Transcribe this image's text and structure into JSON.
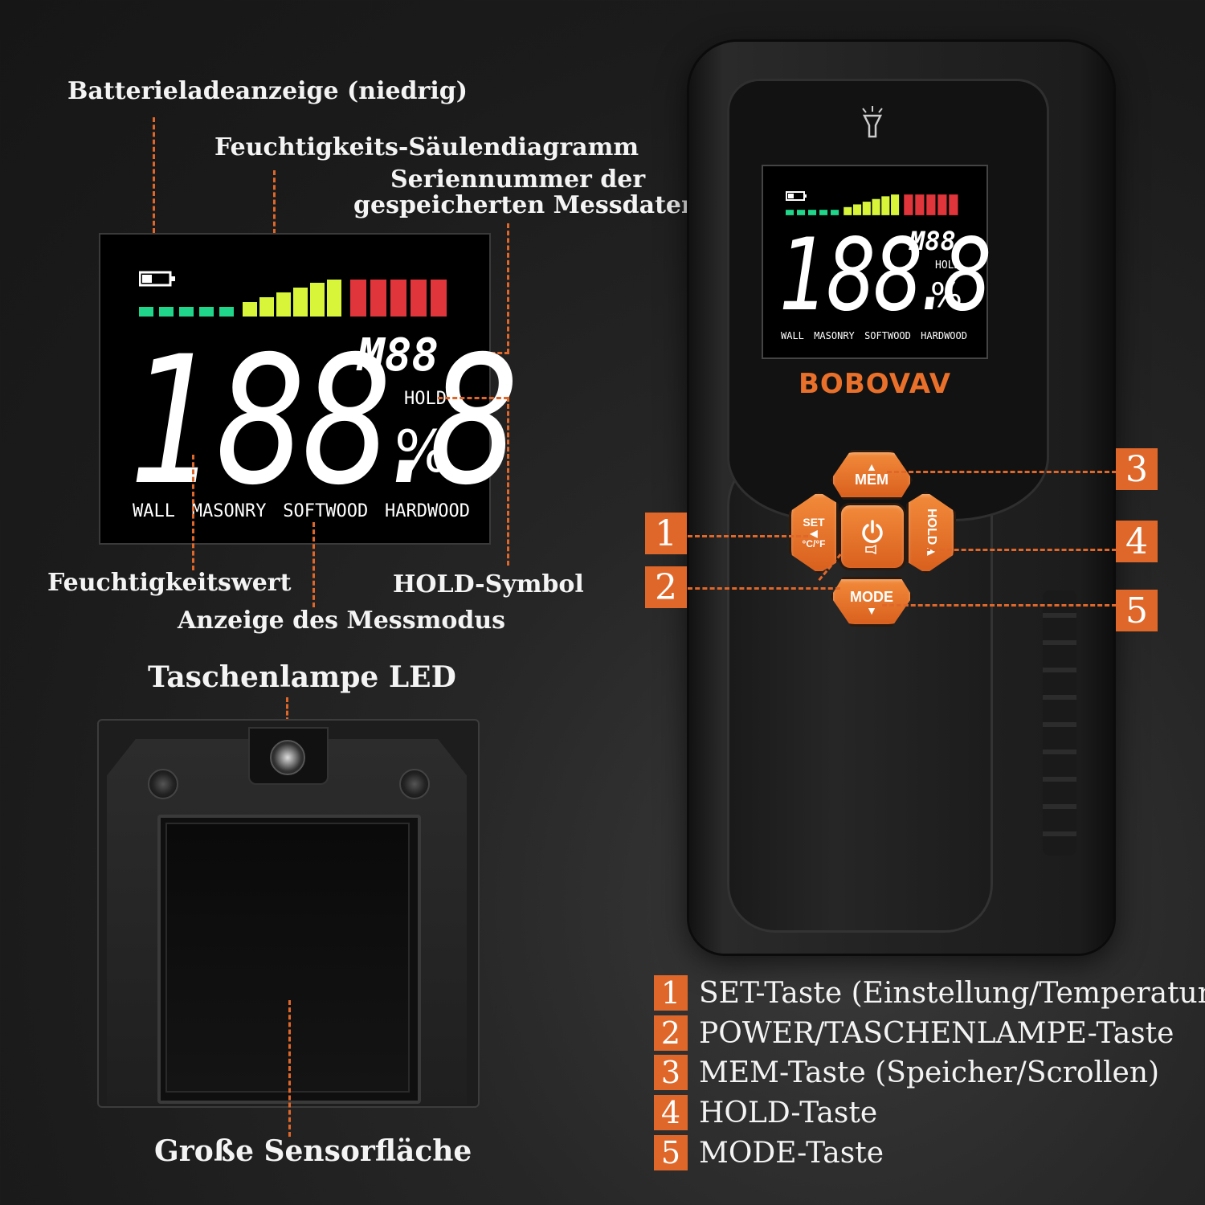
{
  "annotations": {
    "battery": "Batterieladeanzeige (niedrig)",
    "bar_chart": "Feuchtigkeits-Säulendiagramm",
    "serial_line1": "Seriennummer der",
    "serial_line2": "gespeicherten Messdaten",
    "moisture_value": "Feuchtigkeitswert",
    "hold_symbol": "HOLD-Symbol",
    "measure_mode": "Anzeige des Messmodus",
    "flashlight": "Taschenlampe LED",
    "sensor": "Große Sensorfläche"
  },
  "display": {
    "digits": "188.8",
    "percent": "%",
    "memory": "M88",
    "hold": "HOLD",
    "modes": [
      "WALL",
      "MASONRY",
      "SOFTWOOD",
      "HARDWOOD"
    ]
  },
  "device": {
    "brand": "BOBOVAV",
    "buttons": {
      "mem": "MEM",
      "set": "SET",
      "temp": "°C/°F",
      "hold": "HOLD",
      "mode": "MODE"
    }
  },
  "callouts": [
    "1",
    "2",
    "3",
    "4",
    "5"
  ],
  "legend": [
    {
      "num": "1",
      "text": "SET-Taste (Einstellung/Temperatur)"
    },
    {
      "num": "2",
      "text": "POWER/TASCHENLAMPE-Taste"
    },
    {
      "num": "3",
      "text": "MEM-Taste (Speicher/Scrollen)"
    },
    {
      "num": "4",
      "text": "HOLD-Taste"
    },
    {
      "num": "5",
      "text": "MODE-Taste"
    }
  ],
  "colors": {
    "accent": "#e0672a",
    "bar_green": "#1fd68a",
    "bar_yellow": "#d8f53a",
    "bar_red": "#e0353a"
  }
}
